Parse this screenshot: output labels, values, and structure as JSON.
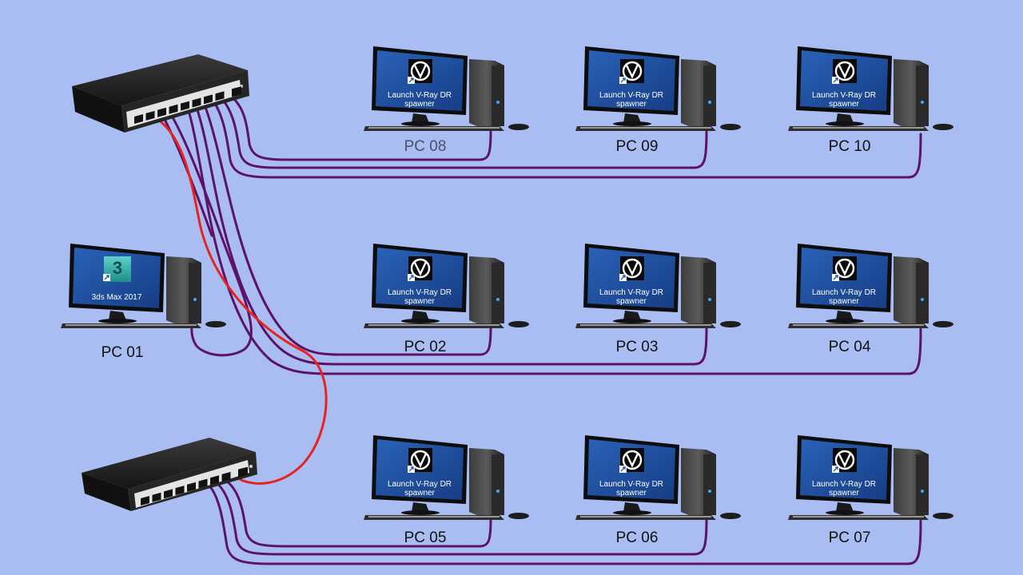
{
  "colors": {
    "background": "#a9bdf2",
    "cable": "#5b1267",
    "uplink_cable": "#e8231f",
    "screen": "#1f4f9e",
    "switch_body": "#1e1e1e"
  },
  "icons": {
    "vray": "vray-logo-icon",
    "max": "3ds-max-icon",
    "shortcut": "shortcut-arrow-icon"
  },
  "pcs": [
    {
      "id": "pc01",
      "label": "PC 01",
      "icon_line1": "3ds Max 2017",
      "icon_line2": "",
      "icon_type": "max"
    },
    {
      "id": "pc02",
      "label": "PC 02",
      "icon_line1": "Launch V-Ray DR",
      "icon_line2": "spawner",
      "icon_type": "vray"
    },
    {
      "id": "pc03",
      "label": "PC 03",
      "icon_line1": "Launch V-Ray DR",
      "icon_line2": "spawner",
      "icon_type": "vray"
    },
    {
      "id": "pc04",
      "label": "PC 04",
      "icon_line1": "Launch V-Ray DR",
      "icon_line2": "spawner",
      "icon_type": "vray"
    },
    {
      "id": "pc05",
      "label": "PC 05",
      "icon_line1": "Launch V-Ray DR",
      "icon_line2": "spawner",
      "icon_type": "vray"
    },
    {
      "id": "pc06",
      "label": "PC 06",
      "icon_line1": "Launch V-Ray DR",
      "icon_line2": "spawner",
      "icon_type": "vray"
    },
    {
      "id": "pc07",
      "label": "PC 07",
      "icon_line1": "Launch V-Ray DR",
      "icon_line2": "spawner",
      "icon_type": "vray"
    },
    {
      "id": "pc08",
      "label": "PC 08",
      "icon_line1": "Launch V-Ray DR",
      "icon_line2": "spawner",
      "icon_type": "vray"
    },
    {
      "id": "pc09",
      "label": "PC 09",
      "icon_line1": "Launch V-Ray DR",
      "icon_line2": "spawner",
      "icon_type": "vray"
    },
    {
      "id": "pc10",
      "label": "PC 10",
      "icon_line1": "Launch V-Ray DR",
      "icon_line2": "spawner",
      "icon_type": "vray"
    }
  ],
  "switches": [
    {
      "id": "switch-top",
      "ports": 8
    },
    {
      "id": "switch-bottom",
      "ports": 8
    }
  ]
}
